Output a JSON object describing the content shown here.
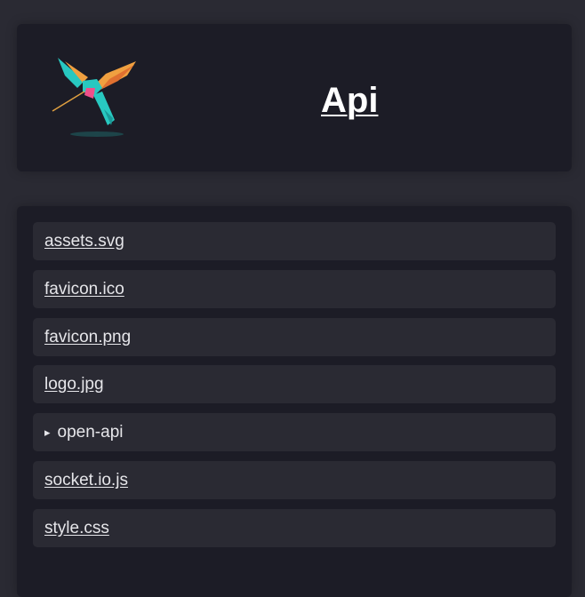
{
  "header": {
    "title": "Api",
    "logo": "hummingbird-logo"
  },
  "files": [
    {
      "name": "assets.svg",
      "type": "file"
    },
    {
      "name": "favicon.ico",
      "type": "file"
    },
    {
      "name": "favicon.png",
      "type": "file"
    },
    {
      "name": "logo.jpg",
      "type": "file"
    },
    {
      "name": "open-api",
      "type": "folder",
      "icon": "▸"
    },
    {
      "name": "socket.io.js",
      "type": "file"
    },
    {
      "name": "style.css",
      "type": "file"
    }
  ],
  "colors": {
    "background": "#2a2a33",
    "card": "#1c1c26",
    "item": "#2a2a33",
    "text": "#e6e6ea"
  }
}
